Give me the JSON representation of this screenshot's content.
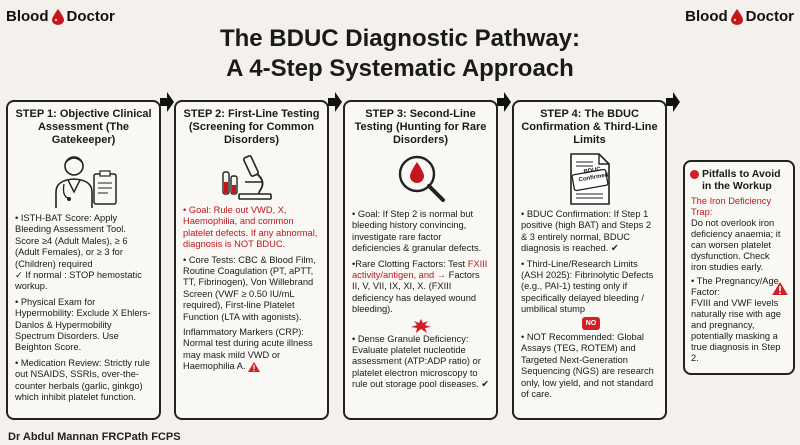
{
  "logo": {
    "left_text_a": "Blood",
    "left_text_b": "Doctor",
    "right_text_a": "Blood",
    "right_text_b": "Doctor"
  },
  "title": {
    "line1": "The BDUC Diagnostic Pathway:",
    "line2": "A 4-Step Systematic Approach"
  },
  "step1": {
    "head": "STEP 1: Objective Clinical Assessment (The Gatekeeper)",
    "p1": "• ISTH-BAT Score: Apply Bleeding Assessment Tool. Score ≥4 (Adult Males), ≥ 6 (Adult Females), or ≥ 3 for (Children) required",
    "p1b": "✓ If normal : STOP hemostatic workup.",
    "p2": "• Physical Exam for Hypermobility: Exclude X Ehlers-Danlos & Hypermobility Spectrum Disorders. Use Beighton Score.",
    "p3": "• Medication Review: Strictly rule out NSAIDS, SSRIs, over-the-counter herbals (garlic, ginkgo) which inhibit platelet function."
  },
  "step2": {
    "head": "STEP 2: First-Line Testing (Screening for Common Disorders)",
    "p1": "• Goal: Rule out VWD, X, Haemophilia, and common platelet defects. If any abnormal, diagnosis is NOT BDUC.",
    "p2": "• Core Tests: CBC & Blood Film, Routine Coagulation (PT, aPTT, TT, Fibrinogen), Von Willebrand Screen (VWF ≥ 0.50 IU/mL required), First-line Platelet Function (LTA with agonists).",
    "p3": "Inflammatory Markers (CRP): Normal test during acute illness may mask mild VWD or Haemophilia A."
  },
  "step3": {
    "head": "STEP 3: Second-Line Testing (Hunting for Rare Disorders)",
    "p1": "• Goal: If Step 2 is normal but bleeding history convincing, investigate rare factor deficiencies & granular defects.",
    "p2a": "•Rare Clotting Factors: Test ",
    "p2b": "FXIII activity/antigen, and →",
    "p2c": " Factors II, V, VII, IX, XI, X. (FXIII deficiency has delayed wound bleeding).",
    "p3": "• Dense Granule Deficiency: Evaluate platelet nucleotide assessment (ATP:ADP ratio) or platelet electron microscopy to rule out storage pool diseases. ✔"
  },
  "step4": {
    "head": "STEP 4: The BDUC Confirmation & Third-Line Limits",
    "doc_label": "BDUC Confirmed",
    "p1": "• BDUC Confirmation: If Step 1 positive (high BAT) and Steps 2 & 3 entirely normal, BDUC diagnosis is reached. ✔",
    "p2": "• Third-Line/Research Limits (ASH 2025): Fibrinolytic Defects (e.g., PAI-1) testing only if specifically delayed bleeding / umbilical stump",
    "no_label": "NO",
    "p3": "• NOT Recommended: Global Assays (TEG, ROTEM) and Targeted Next-Generation Sequencing (NGS) are research only, low yield, and not standard of care."
  },
  "pitfalls": {
    "head": "Pitfalls to Avoid in the Workup",
    "p1_title": "The Iron Deficiency Trap:",
    "p1": "Do not overlook iron deficiency anaemia; it can worsen platelet dysfunction. Check iron studies early.",
    "p2_title": "• The Pregnancy/Age Factor:",
    "p2": "FVIII and VWF levels naturally rise with age and pregnancy, potentially masking a true diagnosis in Step 2."
  },
  "author": "Dr Abdul Mannan FRCPath FCPS",
  "colors": {
    "accent_red": "#c0161d",
    "border": "#222222",
    "background": "#f4f1ec"
  },
  "icons": [
    "blood-drop-icon",
    "doctor-icon",
    "microscope-icon",
    "magnifier-drop-icon",
    "document-icon",
    "warning-icon",
    "arrow-icon",
    "no-badge"
  ]
}
